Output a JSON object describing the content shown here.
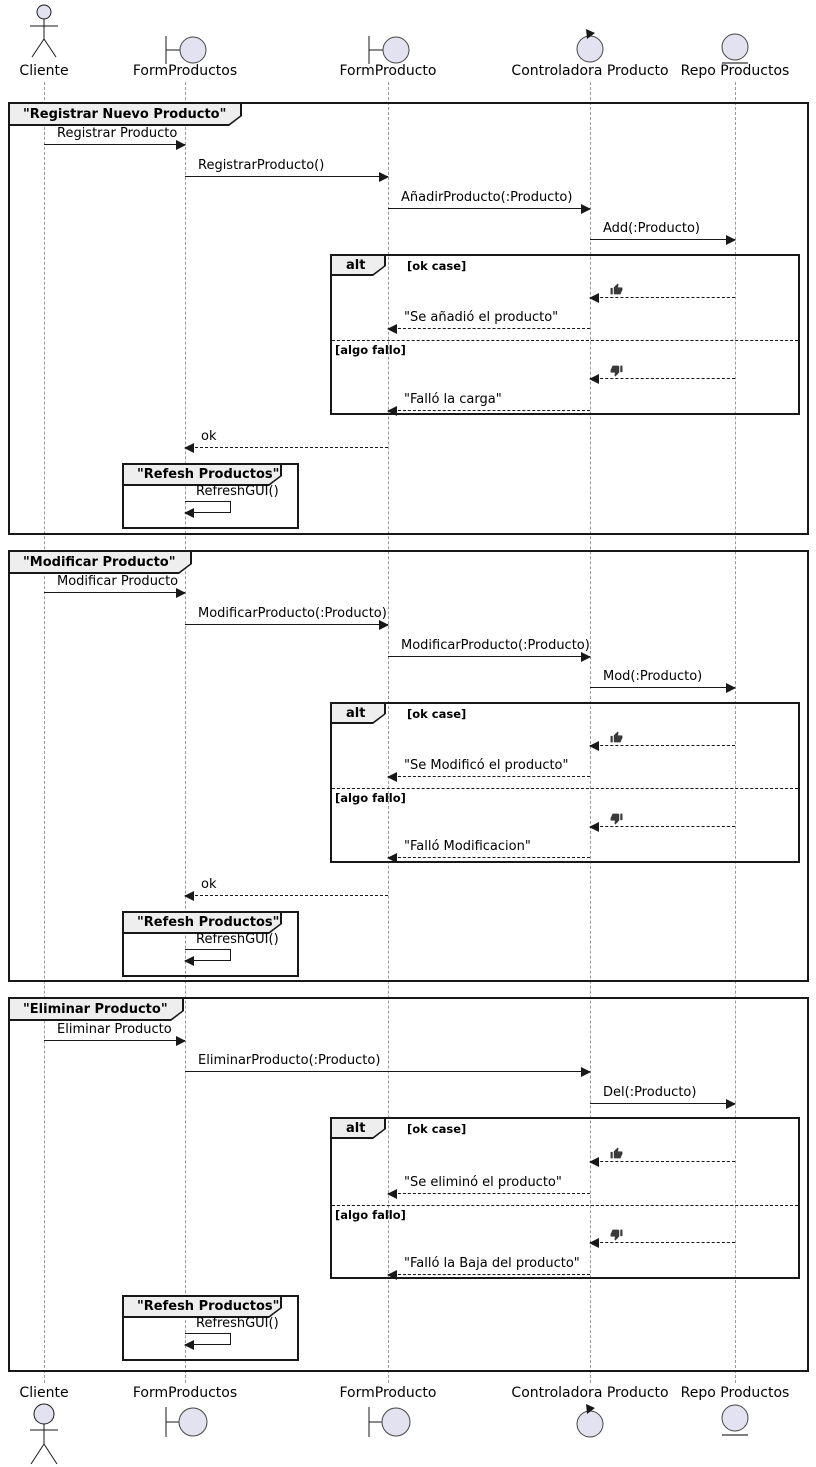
{
  "colors": {
    "shape_fill": "#E2E2F0",
    "line": "#181818",
    "frame_title_bg": "#EEEEEE",
    "lifeline": "#9a9a9a"
  },
  "participants": [
    {
      "label": "Cliente",
      "type": "actor"
    },
    {
      "label": "FormProductos",
      "type": "boundary"
    },
    {
      "label": "FormProducto",
      "type": "boundary"
    },
    {
      "label": "Controladora Producto",
      "type": "control"
    },
    {
      "label": "Repo Productos",
      "type": "entity"
    }
  ],
  "frames": [
    {
      "title": "\"Registrar Nuevo Producto\"",
      "messages": {
        "m1": "Registrar Producto",
        "m2": "RegistrarProducto()",
        "m3": "AñadirProducto(:Producto)",
        "m4": "Add(:Producto)",
        "ok": "ok"
      },
      "alt": {
        "label": "alt",
        "guard_ok": "[ok case]",
        "guard_fail": "[algo fallo]",
        "ok_result_icon": "thumbs-up",
        "fail_result_icon": "thumbs-down",
        "ok_reply": "\"Se añadió el producto\"",
        "fail_reply": "\"Falló la carga\""
      },
      "refresh": {
        "title": "\"Refesh Productos\"",
        "call": "RefreshGUI()"
      }
    },
    {
      "title": "\"Modificar Producto\"",
      "messages": {
        "m1": "Modificar Producto",
        "m2": "ModificarProducto(:Producto)",
        "m3": "ModificarProducto(:Producto)",
        "m4": "Mod(:Producto)",
        "ok": "ok"
      },
      "alt": {
        "label": "alt",
        "guard_ok": "[ok case]",
        "guard_fail": "[algo fallo]",
        "ok_result_icon": "thumbs-up",
        "fail_result_icon": "thumbs-down",
        "ok_reply": "\"Se Modificó el producto\"",
        "fail_reply": "\"Falló Modificacion\""
      },
      "refresh": {
        "title": "\"Refesh Productos\"",
        "call": "RefreshGUI()"
      }
    },
    {
      "title": "\"Eliminar Producto\"",
      "messages": {
        "m1": "Eliminar Producto",
        "m2": "EliminarProducto(:Producto)",
        "m3": "Del(:Producto)"
      },
      "alt": {
        "label": "alt",
        "guard_ok": "[ok case]",
        "guard_fail": "[algo fallo]",
        "ok_result_icon": "thumbs-up",
        "fail_result_icon": "thumbs-down",
        "ok_reply": "\"Se eliminó el producto\"",
        "fail_reply": "\"Falló la Baja del producto\""
      },
      "refresh": {
        "title": "\"Refesh Productos\"",
        "call": "RefreshGUI()"
      }
    }
  ]
}
